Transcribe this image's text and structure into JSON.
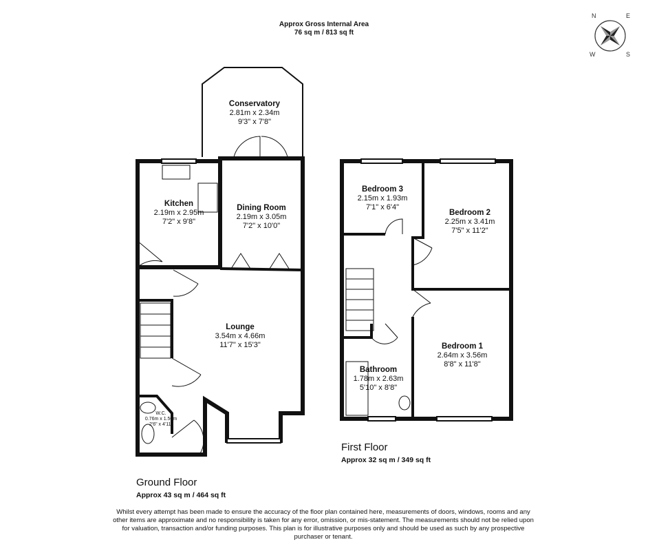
{
  "header": {
    "title": "Approx Gross Internal Area",
    "area": "76 sq m / 813 sq ft"
  },
  "compass": {
    "n": "N",
    "e": "E",
    "s": "S",
    "w": "W"
  },
  "ground_floor": {
    "label": "Ground Floor",
    "area": "Approx 43 sq m / 464 sq ft",
    "rooms": [
      {
        "name": "Conservatory",
        "metric": "2.81m x 2.34m",
        "imperial": "9'3\" x 7'8\""
      },
      {
        "name": "Kitchen",
        "metric": "2.19m x 2.95m",
        "imperial": "7'2\" x 9'8\""
      },
      {
        "name": "Dining Room",
        "metric": "2.19m x 3.05m",
        "imperial": "7'2\" x 10'0\""
      },
      {
        "name": "Lounge",
        "metric": "3.54m x 4.66m",
        "imperial": "11'7\" x 15'3\""
      },
      {
        "name": "W.C.",
        "metric": "0.76m x 1.50m",
        "imperial": "2'6\" x 4'11\""
      }
    ]
  },
  "first_floor": {
    "label": "First Floor",
    "area": "Approx 32 sq m / 349 sq ft",
    "rooms": [
      {
        "name": "Bedroom 3",
        "metric": "2.15m x 1.93m",
        "imperial": "7'1\" x 6'4\""
      },
      {
        "name": "Bedroom 2",
        "metric": "2.25m x 3.41m",
        "imperial": "7'5\" x 11'2\""
      },
      {
        "name": "Bedroom 1",
        "metric": "2.64m x 3.56m",
        "imperial": "8'8\" x 11'8\""
      },
      {
        "name": "Bathroom",
        "metric": "1.78m x 2.63m",
        "imperial": "5'10\" x 8'8\""
      }
    ]
  },
  "disclaimer": "Whilst every attempt has been made to ensure the accuracy of the floor plan contained here, measurements of doors, windows, rooms and any other items are approximate and no responsibility is taken for any error, omission, or mis-statement. The measurements should not be relied upon for valuation, transaction and/or funding purposes. This plan is for illustrative purposes only and should be used as such by any prospective purchaser or tenant.",
  "colors": {
    "wall": "#111111",
    "background": "#ffffff"
  }
}
